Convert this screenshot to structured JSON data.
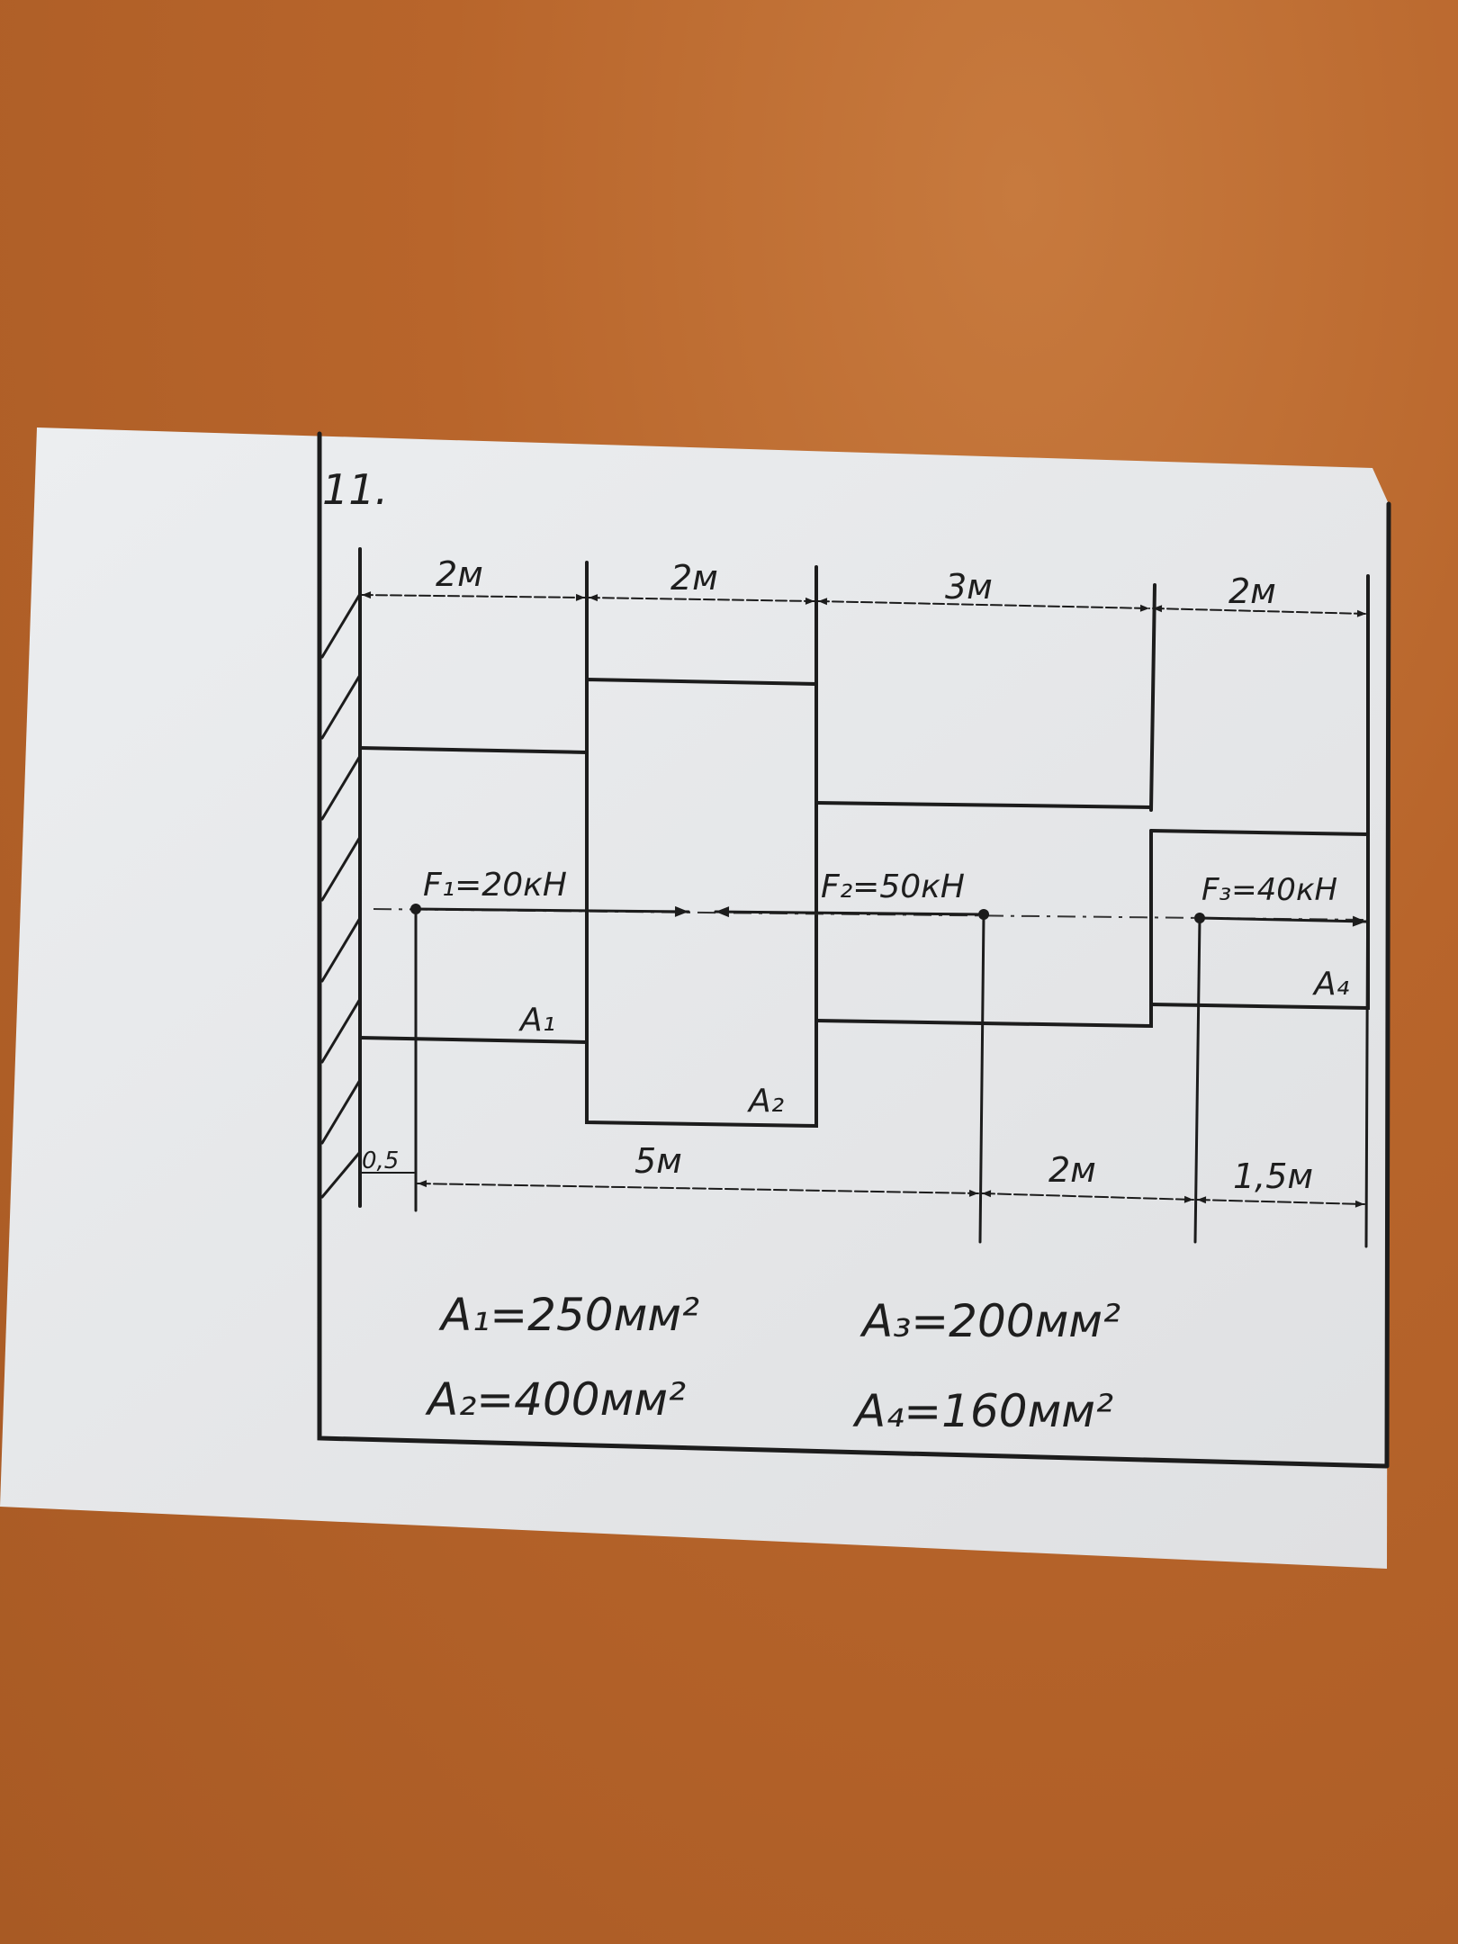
{
  "problem_number": "11.",
  "top_dimensions": [
    "2м",
    "2м",
    "3м",
    "2м"
  ],
  "bottom_dimensions": [
    "0,5",
    "5м",
    "2м",
    "1,5м"
  ],
  "forces": [
    {
      "label": "F₁=20кН",
      "direction": "right"
    },
    {
      "label": "F₂=50кН",
      "direction": "left"
    },
    {
      "label": "F₃=40кН",
      "direction": "right"
    }
  ],
  "section_labels": [
    "A₁",
    "A₂",
    "A₄"
  ],
  "areas": [
    "A₁=250мм²",
    "A₂=400мм²",
    "A₃=200мм²",
    "A₄=160мм²"
  ],
  "colors": {
    "paper": "#e7e8ea",
    "ink": "#1c1c1c",
    "wood": "#b5642a"
  }
}
